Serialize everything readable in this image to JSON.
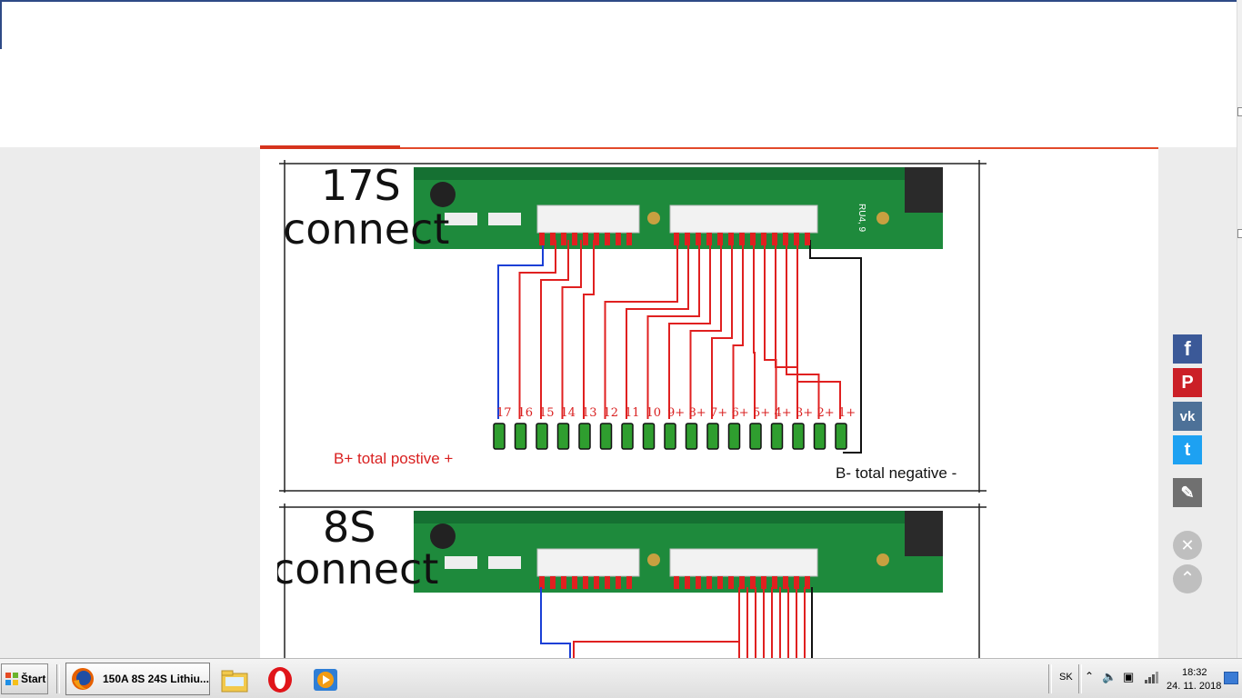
{
  "image": {
    "top": {
      "title_line1": "17S",
      "title_line2": "connect",
      "label_positive": "B+ total postive +",
      "label_negative": "B- total negative -",
      "cells": [
        "17",
        "16",
        "15",
        "14",
        "13",
        "12",
        "11",
        "10",
        "9+",
        "8+",
        "7+",
        "6+",
        "5+",
        "4+",
        "3+",
        "2+",
        "1+"
      ],
      "board_mark": "RU4, 9"
    },
    "bottom": {
      "title_line1": "8S",
      "title_line2": "connect"
    }
  },
  "share": {
    "facebook": "f",
    "pinterest": "P",
    "vk": "vk",
    "twitter": "t",
    "edit": "✎",
    "close": "✕",
    "up": "⌃"
  },
  "colors": {
    "facebook": "#3b5998",
    "pinterest": "#cb2027",
    "vk": "#4d7198",
    "twitter": "#1da1f2",
    "edit": "#707070",
    "accent": "#e24a2a"
  },
  "taskbar": {
    "start_label": "Štart",
    "task_label": "150A 8S 24S Lithiu...",
    "lang": "SK",
    "time": "18:32",
    "date": "24. 11. 2018"
  }
}
